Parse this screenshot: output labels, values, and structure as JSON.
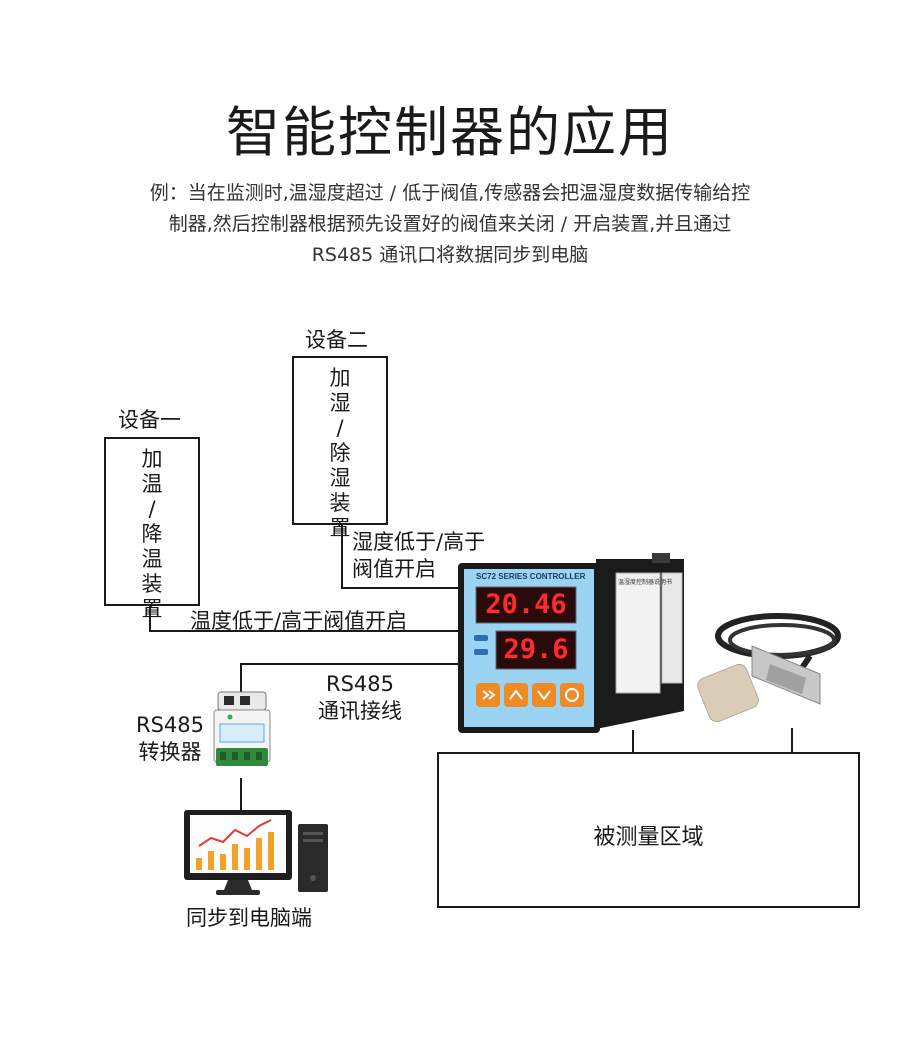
{
  "title": "智能控制器的应用",
  "description": [
    "例：当在监测时,温湿度超过 / 低于阀值,传感器会把温湿度数据传输给控",
    "制器,然后控制器根据预先设置好的阀值来关闭 / 开启装置,并且通过",
    "RS485 通讯口将数据同步到电脑"
  ],
  "device1": {
    "label": "设备一",
    "box_text": [
      "加",
      "温",
      "/",
      "降",
      "温",
      "装",
      "置"
    ]
  },
  "device2": {
    "label": "设备二",
    "box_text": [
      "加",
      "湿",
      "/",
      "除",
      "湿",
      "装",
      "置"
    ]
  },
  "links": {
    "humidity_control": [
      "湿度低于/高于",
      "阀值开启"
    ],
    "temp_control": "温度低于/高于阀值开启",
    "rs485_wire": [
      "RS485",
      "通讯接线"
    ]
  },
  "converter": {
    "label": [
      "RS485",
      "转换器"
    ]
  },
  "computer": {
    "label": "同步到电脑端"
  },
  "measured_area": {
    "label": "被测量区域"
  },
  "controller": {
    "brand": "SC72 SERIES CONTROLLER",
    "display_top": "20.46",
    "display_bottom": "29.6",
    "side_panel_title": "温湿度控制器说明书"
  },
  "colors": {
    "led_red": "#ff2a2a",
    "panel_blue": "#5fb0e6",
    "button_orange": "#f08a24"
  }
}
